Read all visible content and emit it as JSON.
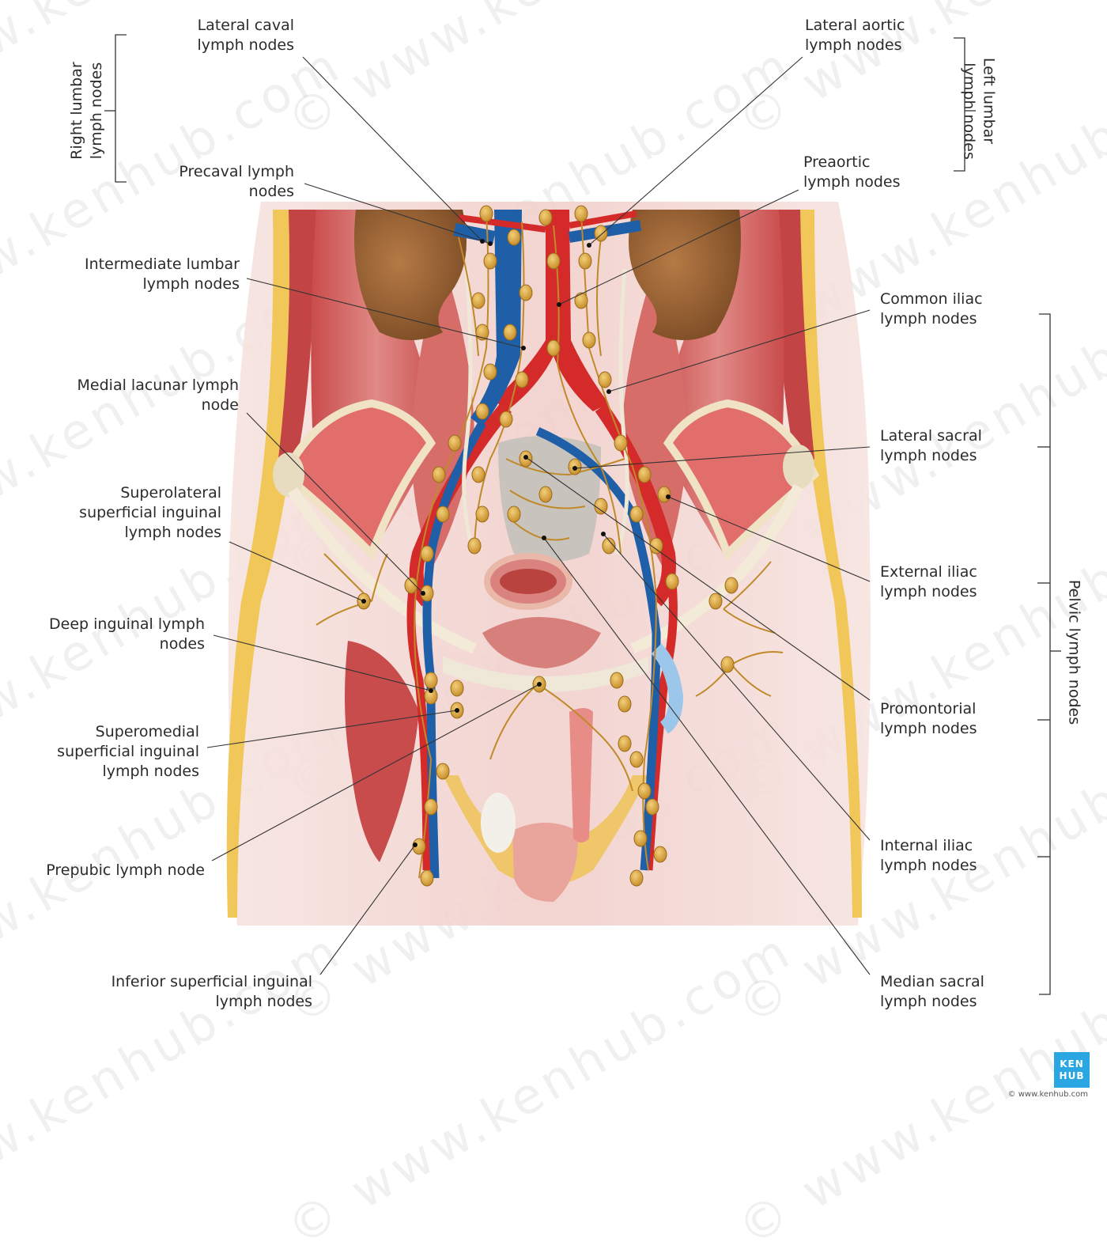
{
  "labels": {
    "lateral_caval": [
      "Lateral caval",
      "lymph nodes"
    ],
    "lateral_aortic": [
      "Lateral aortic",
      "lymph nodes"
    ],
    "precaval": [
      "Precaval lymph",
      "nodes"
    ],
    "preaortic": [
      "Preaortic",
      "lymph nodes"
    ],
    "intermediate_lumbar": [
      "Intermediate lumbar",
      "lymph nodes"
    ],
    "common_iliac": [
      "Common iliac",
      "lymph nodes"
    ],
    "medial_lacunar": [
      "Medial lacunar lymph",
      "node"
    ],
    "lateral_sacral": [
      "Lateral sacral",
      "lymph nodes"
    ],
    "superolateral_inguinal": [
      "Superolateral",
      "superficial inguinal",
      "lymph nodes"
    ],
    "external_iliac": [
      "External iliac",
      "lymph nodes"
    ],
    "deep_inguinal": [
      "Deep inguinal lymph",
      "nodes"
    ],
    "promontorial": [
      "Promontorial",
      "lymph nodes"
    ],
    "superomedial_inguinal": [
      "Superomedial",
      "superficial inguinal",
      "lymph nodes"
    ],
    "prepubic": [
      "Prepubic lymph node"
    ],
    "internal_iliac": [
      "Internal iliac",
      "lymph nodes"
    ],
    "inferior_inguinal": [
      "Inferior superficial inguinal",
      "lymph nodes"
    ],
    "median_sacral": [
      "Median sacral",
      "lymph nodes"
    ]
  },
  "groups": {
    "right_lumbar": [
      "Right lumbar",
      "lymph nodes"
    ],
    "left_lumbar": [
      "Left lumbar",
      "lymph nodes"
    ],
    "pelvic": [
      "Pelvic lymph nodes"
    ]
  },
  "watermark": "© www.kenhub.com",
  "logo": [
    "KEN",
    "HUB"
  ],
  "credit": "© www.kenhub.com",
  "colors": {
    "artery": "#d42a2a",
    "vein": "#1f5fa8",
    "lymph_node": "#d9a13a",
    "muscle": "#cf5f5f",
    "kidney": "#8f5a2e",
    "bone": "#e8dcc0",
    "skin": "#f3d6d2",
    "fat": "#f2c75a",
    "accent": "#2aa7e2"
  }
}
